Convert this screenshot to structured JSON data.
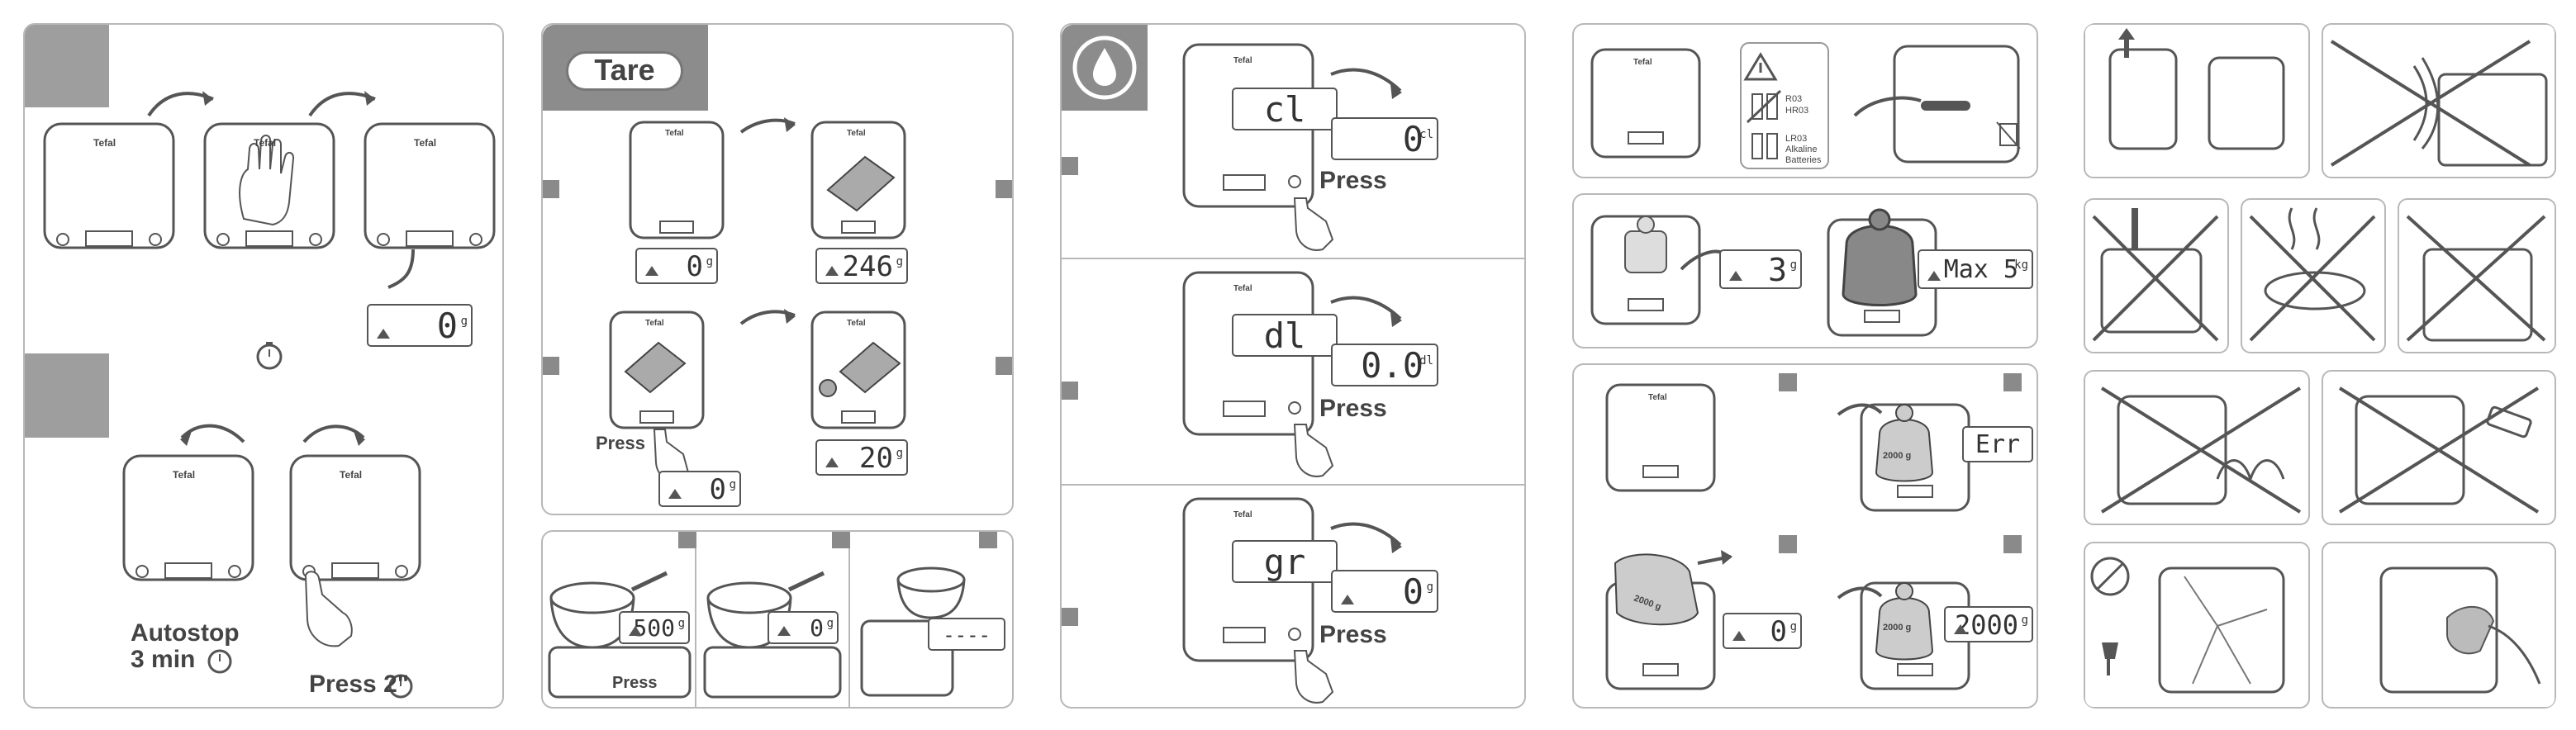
{
  "brand": "Tefal",
  "tare_label": "Tare",
  "panel1": {
    "display_zero": "0",
    "unit_g": "g",
    "autostop_line1": "Autostop",
    "autostop_line2": "3 min",
    "press2_label": "Press 2\""
  },
  "panel2": {
    "display_246": "246",
    "display_zero": "0",
    "display_20": "20",
    "unit_g": "g",
    "press_label": "Press"
  },
  "panel2b": {
    "display_500": "500",
    "display_zero": "0",
    "display_dashes": "----",
    "unit_g": "g",
    "press_label": "Press"
  },
  "panel3": {
    "rows": [
      {
        "mode": "cl",
        "value": "0",
        "unit": "cl",
        "press": "Press"
      },
      {
        "mode": "dl",
        "value": "0.0",
        "unit": "dl",
        "press": "Press"
      },
      {
        "mode": "gr",
        "value": "0",
        "unit": "g",
        "press": "Press"
      }
    ]
  },
  "panel4": {
    "battery_types": [
      "R03",
      "HR03"
    ],
    "battery_alt": "LR03",
    "battery_alt_line2": "Alkaline",
    "battery_alt_line3": "Batteries",
    "display_3": "3",
    "display_max": "Max 5",
    "unit_kg": "kg",
    "weight_label": "2000 g",
    "display_err": "Err",
    "display_zero": "0",
    "display_2000": "2000",
    "unit_g": "g"
  },
  "colors": {
    "accent_gray": "#9e9e9e",
    "border": "#b8b8b8",
    "text": "#333333"
  }
}
